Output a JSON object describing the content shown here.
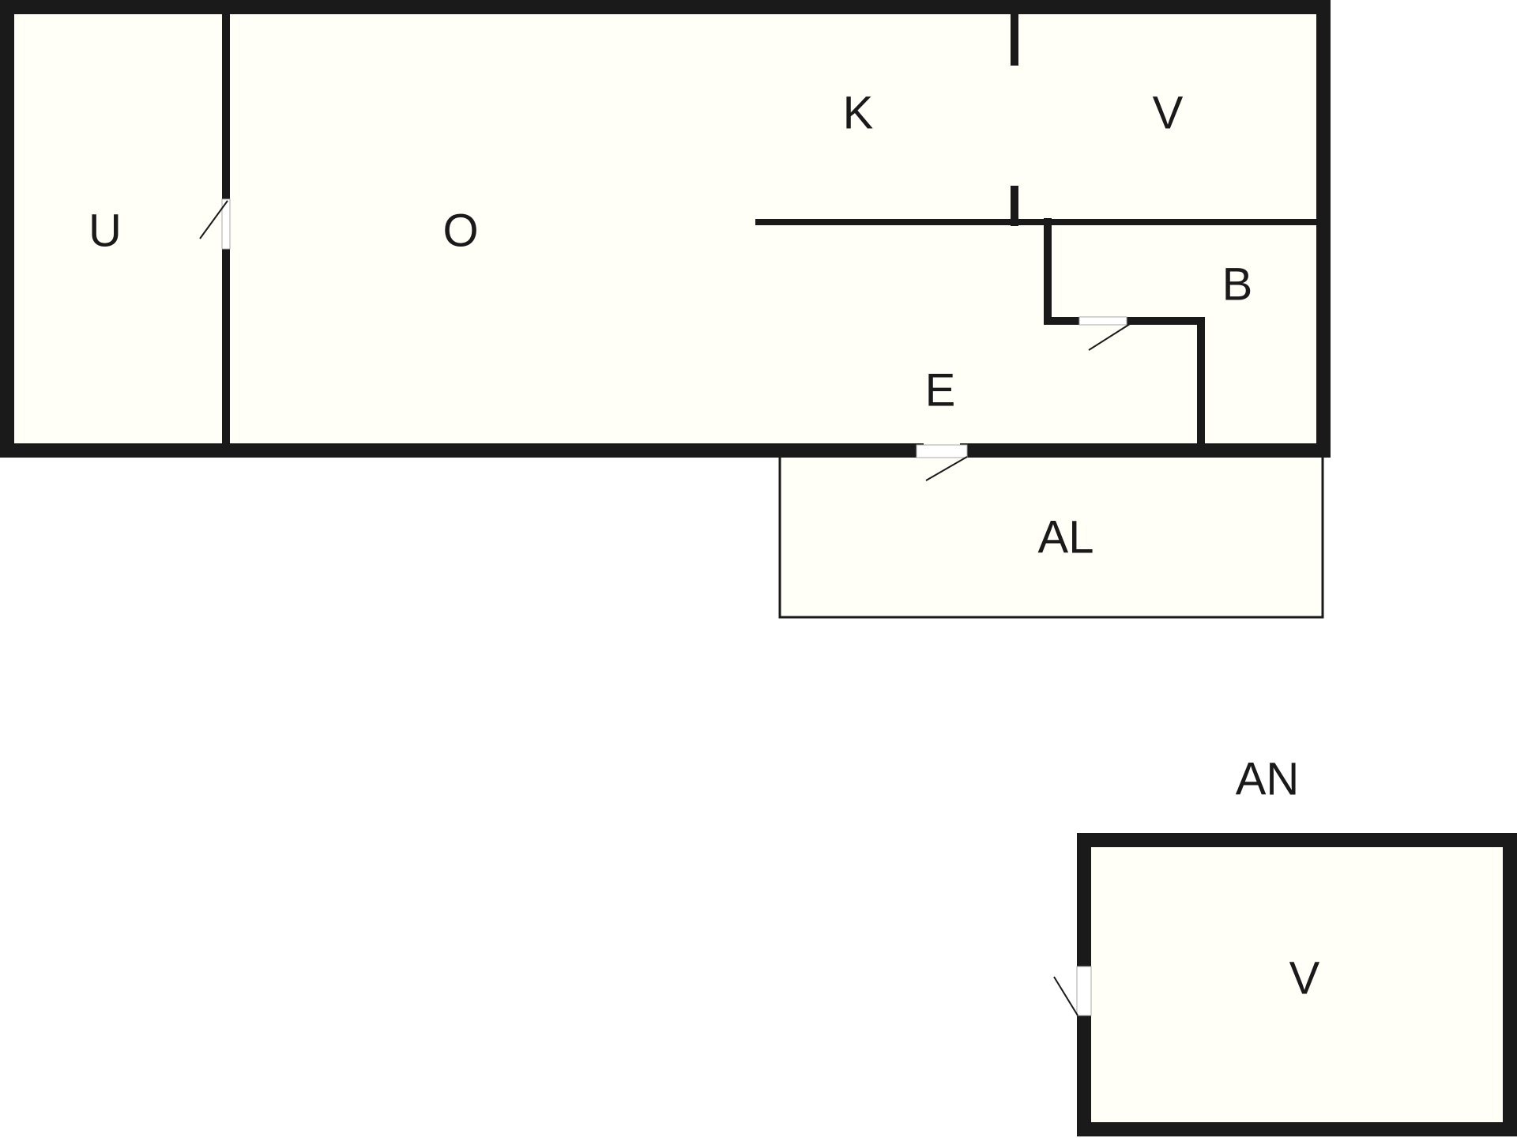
{
  "rooms": {
    "u": "U",
    "o": "O",
    "k": "K",
    "v_top": "V",
    "b": "B",
    "e": "E",
    "al": "AL",
    "an": "AN",
    "v_bottom": "V"
  },
  "colors": {
    "wall": "#1a1a1a",
    "floor": "#fffff8",
    "background": "#ffffff"
  }
}
